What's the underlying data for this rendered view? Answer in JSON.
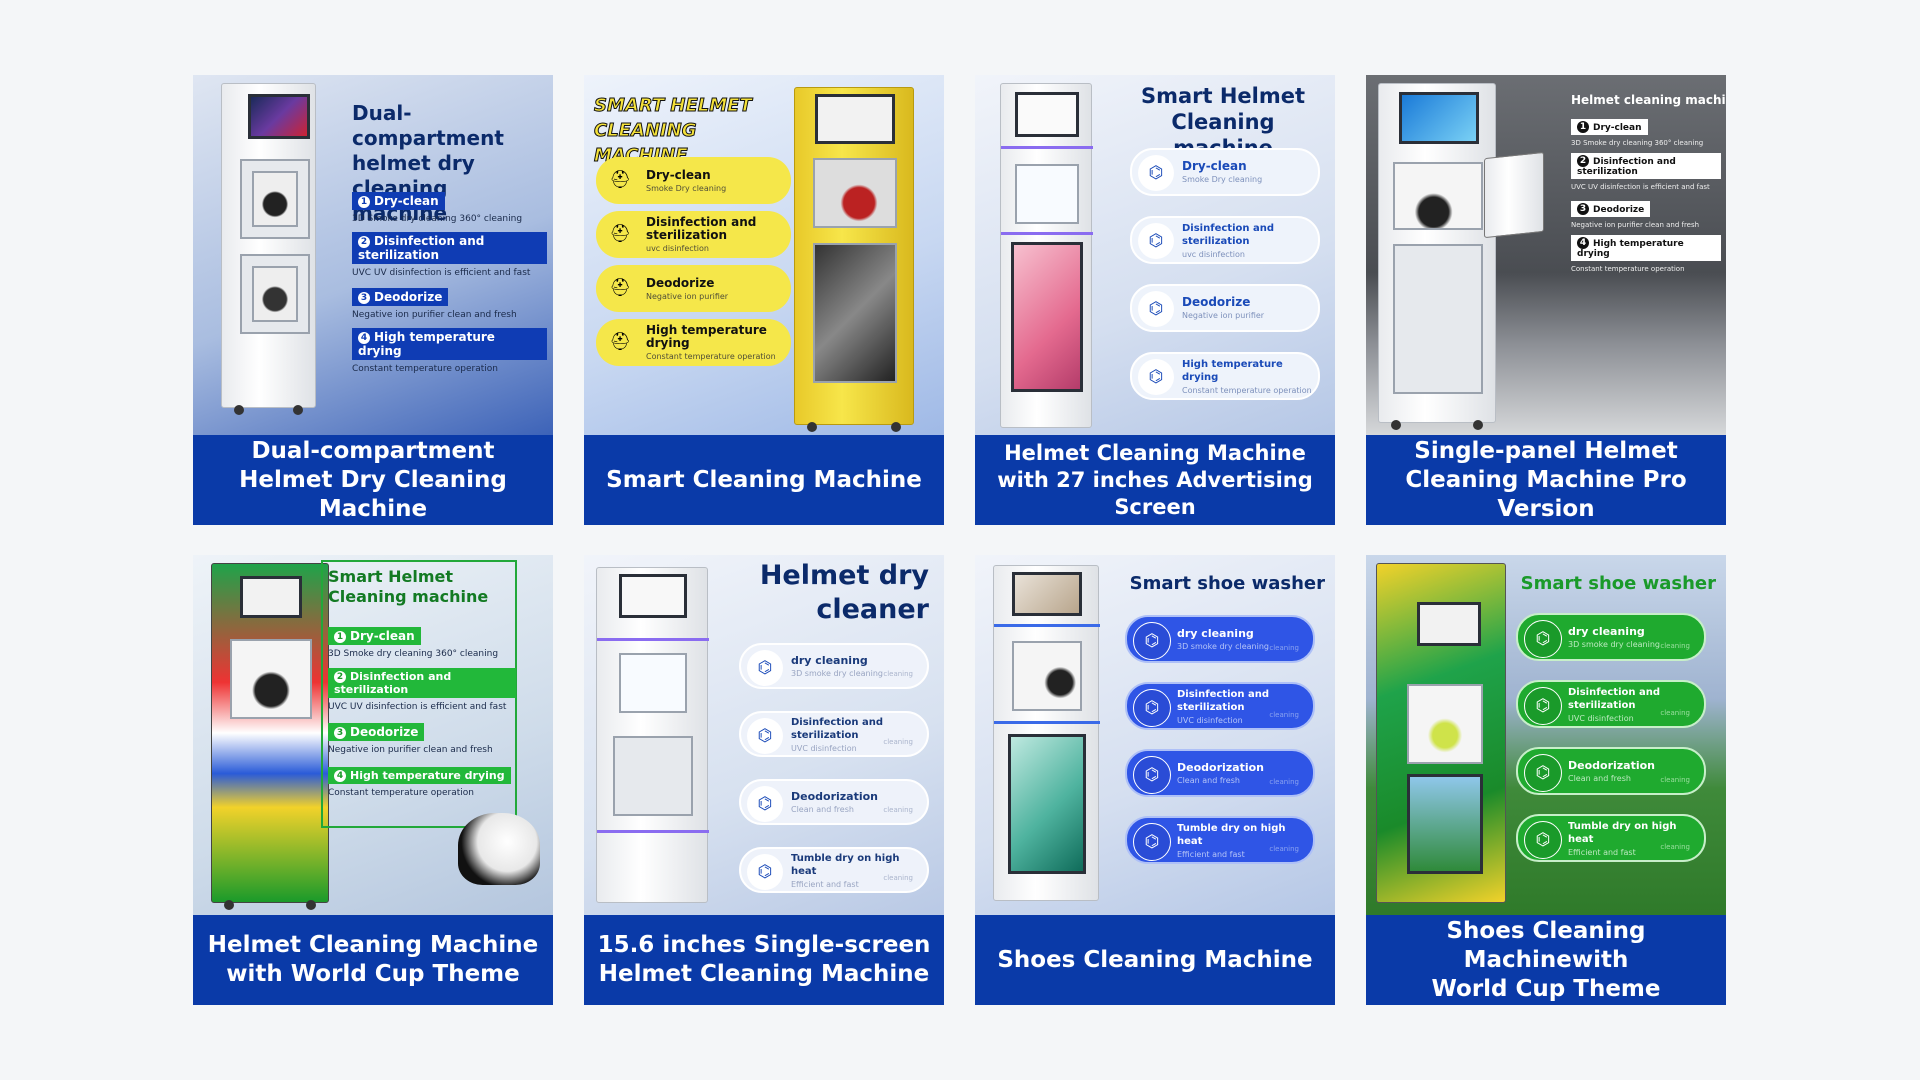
{
  "cards": [
    {
      "caption": "Dual-compartment\nHelmet Dry Cleaning Machine",
      "title": "Dual-compartment helmet dry cleaning machine",
      "features": [
        {
          "num": "1",
          "label": "Dry-clean",
          "sub": "3D Smoke dry cleaning 360° cleaning"
        },
        {
          "num": "2",
          "label": "Disinfection and sterilization",
          "sub": "UVC UV disinfection is efficient and fast"
        },
        {
          "num": "3",
          "label": "Deodorize",
          "sub": "Negative ion purifier clean and fresh"
        },
        {
          "num": "4",
          "label": "High temperature drying",
          "sub": "Constant temperature operation"
        }
      ]
    },
    {
      "caption": "Smart Cleaning Machine",
      "title": "SMART HELMET CLEANING MACHINE",
      "features": [
        {
          "label": "Dry-clean",
          "sub": "Smoke Dry cleaning"
        },
        {
          "label": "Disinfection and sterilization",
          "sub": "uvc disinfection"
        },
        {
          "label": "Deodorize",
          "sub": "Negative ion purifier"
        },
        {
          "label": "High temperature drying",
          "sub": "Constant temperature operation"
        }
      ]
    },
    {
      "caption": "Helmet Cleaning Machine\nwith 27 inches Advertising Screen",
      "title": "Smart Helmet Cleaning machine",
      "features": [
        {
          "label": "Dry-clean",
          "sub": "Smoke Dry cleaning"
        },
        {
          "label": "Disinfection and sterilization",
          "sub": "uvc disinfection"
        },
        {
          "label": "Deodorize",
          "sub": "Negative ion purifier"
        },
        {
          "label": "High temperature drying",
          "sub": "Constant temperature operation"
        }
      ]
    },
    {
      "caption": "Single-panel Helmet\nCleaning Machine Pro Version",
      "title": "Helmet cleaning machine",
      "features": [
        {
          "num": "1",
          "label": "Dry-clean",
          "sub": "3D Smoke dry cleaning 360° cleaning"
        },
        {
          "num": "2",
          "label": "Disinfection and sterilization",
          "sub": "UVC UV disinfection is efficient and fast"
        },
        {
          "num": "3",
          "label": "Deodorize",
          "sub": "Negative ion purifier clean and fresh"
        },
        {
          "num": "4",
          "label": "High temperature drying",
          "sub": "Constant temperature operation"
        }
      ]
    },
    {
      "caption": "Helmet Cleaning Machine\nwith World Cup Theme",
      "title": "Smart Helmet Cleaning machine",
      "features": [
        {
          "num": "1",
          "label": "Dry-clean",
          "sub": "3D Smoke dry cleaning 360° cleaning"
        },
        {
          "num": "2",
          "label": "Disinfection and sterilization",
          "sub": "UVC UV disinfection is efficient and fast"
        },
        {
          "num": "3",
          "label": "Deodorize",
          "sub": "Negative ion purifier clean and fresh"
        },
        {
          "num": "4",
          "label": "High temperature drying",
          "sub": "Constant temperature operation"
        }
      ]
    },
    {
      "caption": "15.6 inches Single-screen\nHelmet Cleaning Machine",
      "title": "Helmet dry cleaner",
      "features": [
        {
          "label": "dry cleaning",
          "sub": "3D smoke dry cleaning",
          "tail": "cleaning"
        },
        {
          "label": "Disinfection and sterilization",
          "sub": "UVC disinfection",
          "tail": "cleaning"
        },
        {
          "label": "Deodorization",
          "sub": "Clean and fresh",
          "tail": "cleaning"
        },
        {
          "label": "Tumble dry on high heat",
          "sub": "Efficient and fast",
          "tail": "cleaning"
        }
      ]
    },
    {
      "caption": "Shoes Cleaning Machine",
      "title": "Smart shoe washer",
      "features": [
        {
          "label": "dry cleaning",
          "sub": "3D smoke dry cleaning",
          "tail": "cleaning"
        },
        {
          "label": "Disinfection and sterilization",
          "sub": "UVC disinfection",
          "tail": "cleaning"
        },
        {
          "label": "Deodorization",
          "sub": "Clean and fresh",
          "tail": "cleaning"
        },
        {
          "label": "Tumble dry on high heat",
          "sub": "Efficient and fast",
          "tail": "cleaning"
        }
      ]
    },
    {
      "caption": "Shoes Cleaning Machinewith\nWorld Cup Theme",
      "title": "Smart shoe washer",
      "features": [
        {
          "label": "dry cleaning",
          "sub": "3D smoke dry cleaning",
          "tail": "cleaning"
        },
        {
          "label": "Disinfection and sterilization",
          "sub": "UVC disinfection",
          "tail": "cleaning"
        },
        {
          "label": "Deodorization",
          "sub": "Clean and fresh",
          "tail": "cleaning"
        },
        {
          "label": "Tumble dry on high heat",
          "sub": "Efficient and fast",
          "tail": "cleaning"
        }
      ]
    }
  ],
  "colors": {
    "caption_bg": "#0a3aa8",
    "blue_tag": "#0f3cb4",
    "yellow": "#f5e23a",
    "green": "#1a9a2a"
  }
}
